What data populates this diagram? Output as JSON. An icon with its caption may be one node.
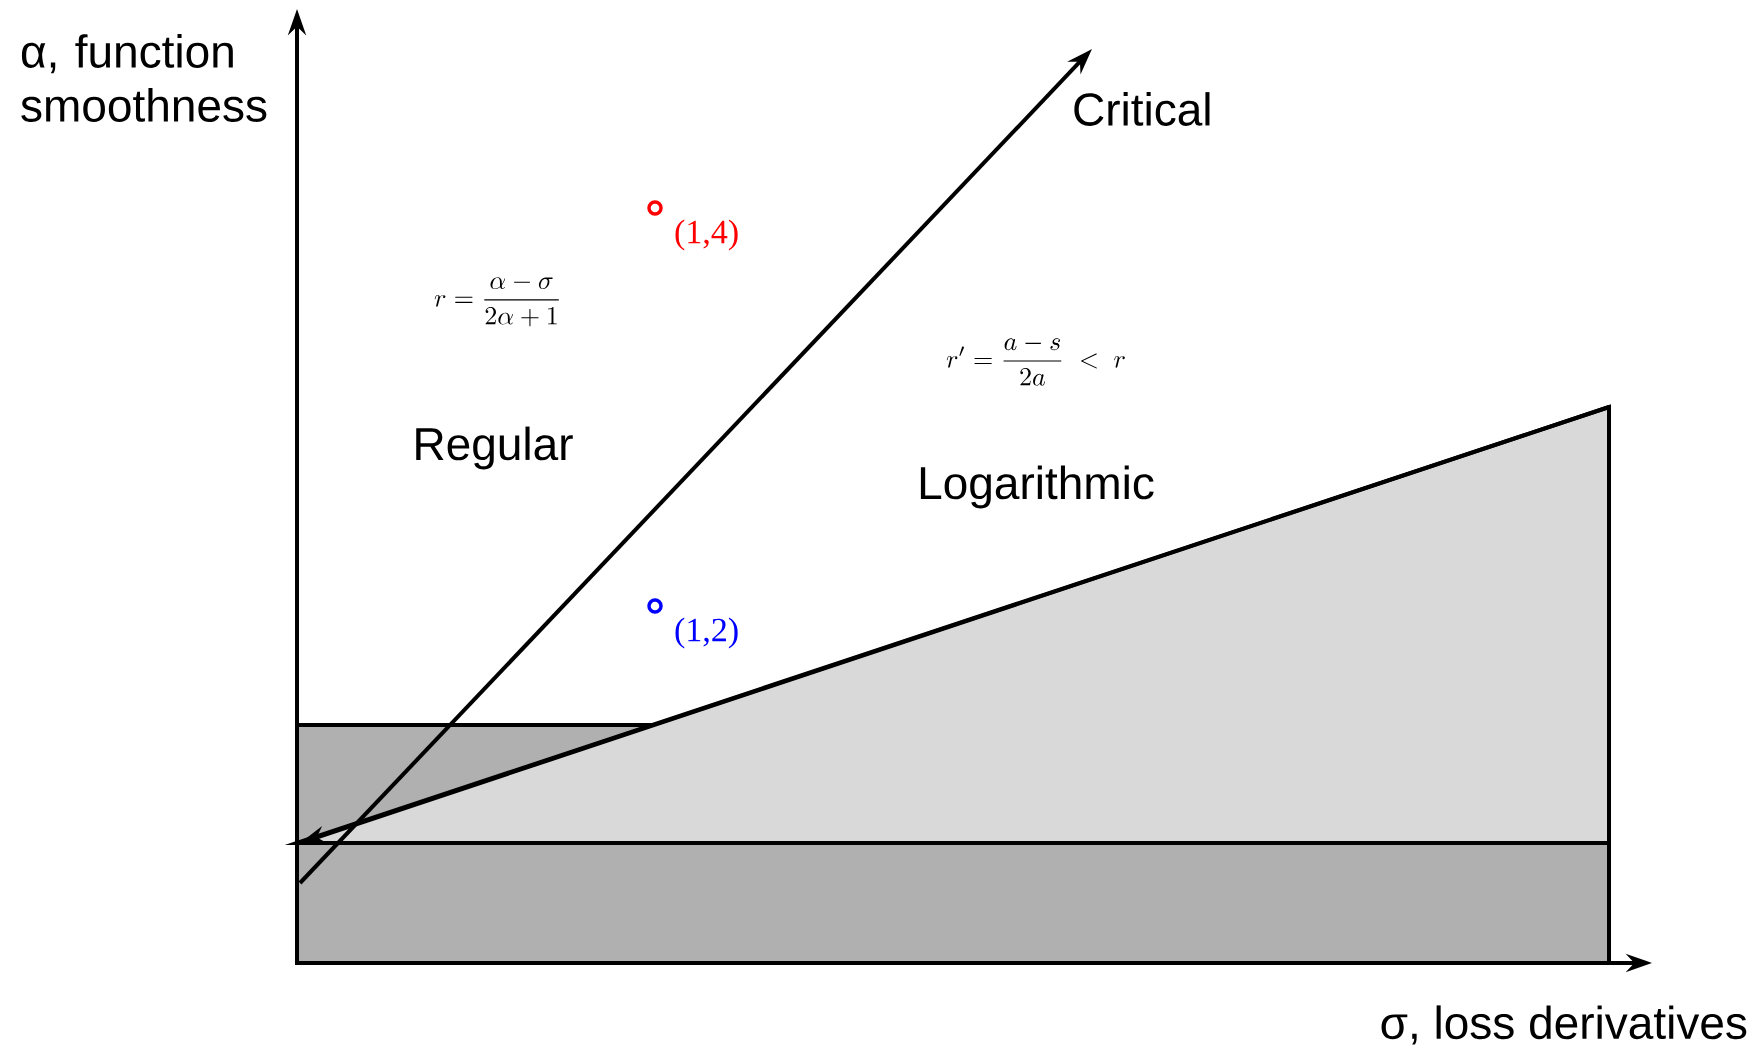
{
  "diagram": {
    "labels": [
      "α, function smoothness",
      "Critical",
      "(1,4)",
      "r=\\frac{\\alpha-\\sigma}{2\\alpha+1}",
      "r'=\\frac{a-s}{2a}\\ <\\ r",
      "Regular",
      "Logarithmic",
      "(1,2)",
      "σ, loss derivatives"
    ]
  }
}
